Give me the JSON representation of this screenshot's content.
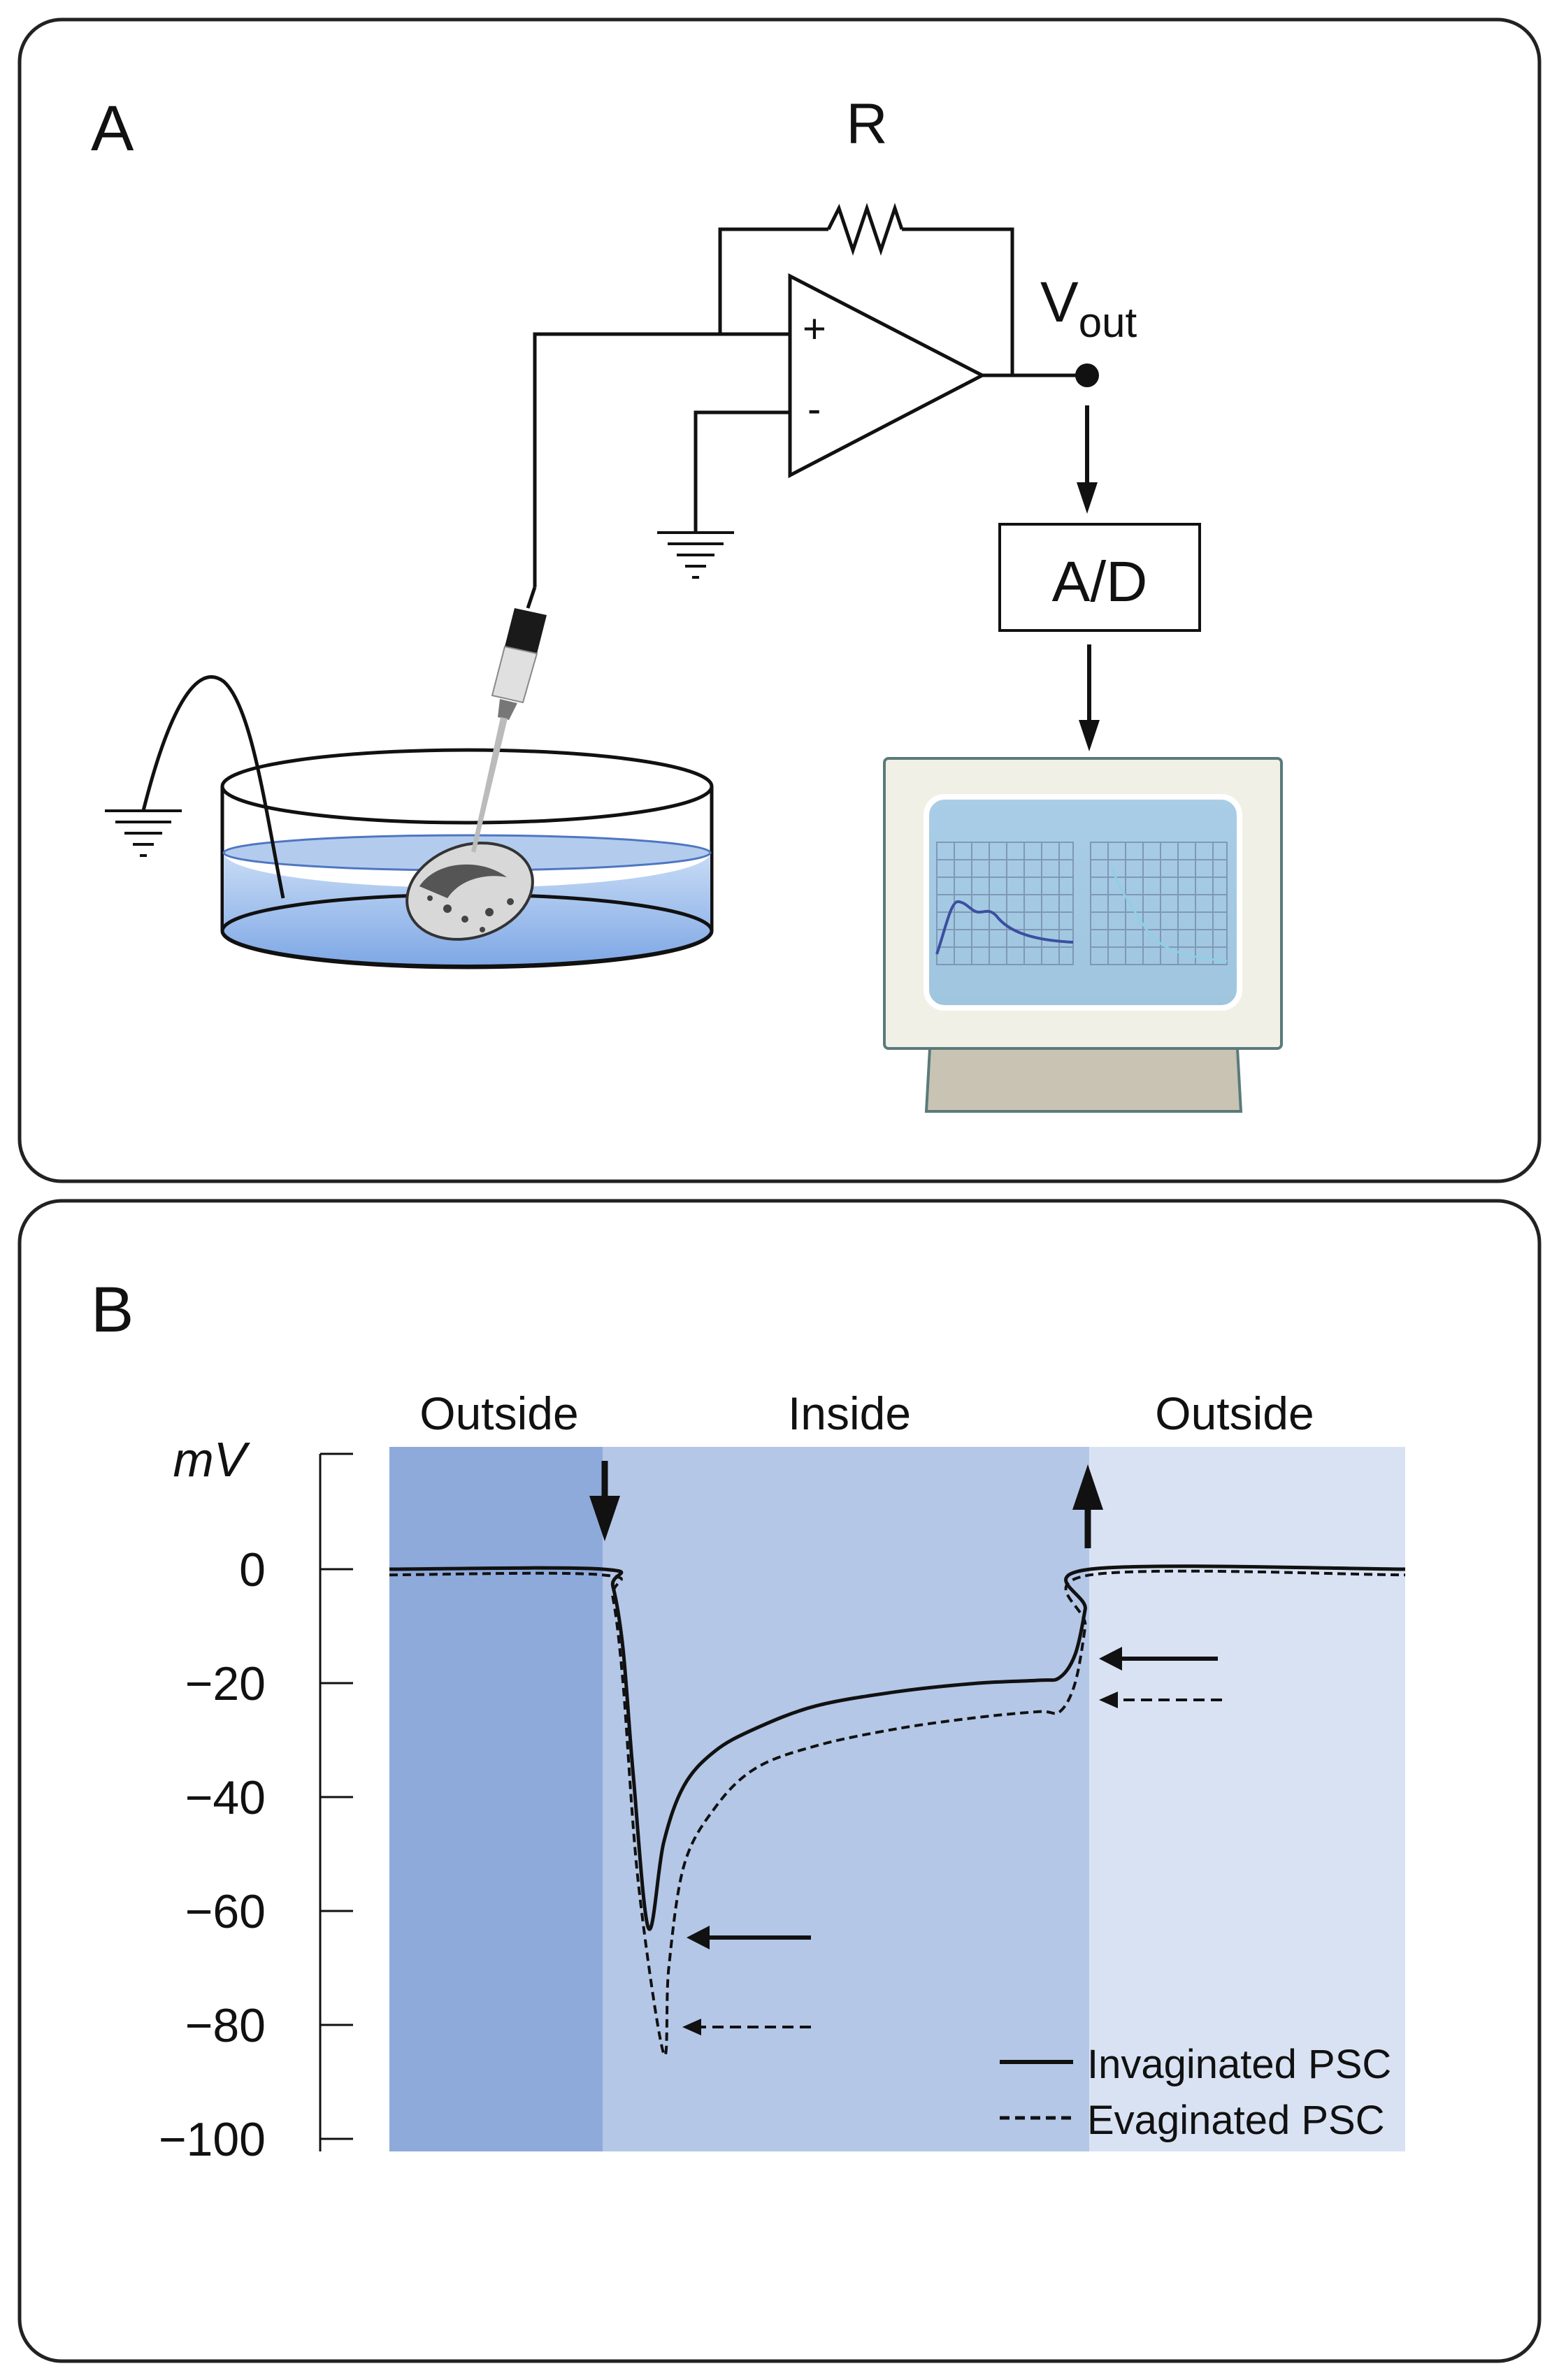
{
  "panelA": {
    "label": "A",
    "resistor_label": "R",
    "vout_main": "V",
    "vout_sub": "out",
    "plus_sign": "+",
    "minus_sign": "-",
    "adc_label": "A/D"
  },
  "panelB": {
    "label": "B",
    "region_labels": [
      "Outside",
      "Inside",
      "Outside"
    ],
    "colors": {
      "outside_left": "#8eaadb",
      "inside": "#b4c7e7",
      "outside_right": "#d9e2f3"
    }
  },
  "chart_data": {
    "type": "line",
    "title": "",
    "xlabel": "",
    "ylabel": "mV",
    "ylim": [
      -100,
      20
    ],
    "yticks": [
      {
        "value": 0,
        "label": "0"
      },
      {
        "value": -20,
        "label": "−20"
      },
      {
        "value": -40,
        "label": "−40"
      },
      {
        "value": -60,
        "label": "−60"
      },
      {
        "value": -80,
        "label": "−80"
      },
      {
        "value": -100,
        "label": "−100"
      }
    ],
    "xlim": [
      0,
      100
    ],
    "regions": [
      {
        "label": "Outside",
        "x": [
          0,
          21
        ]
      },
      {
        "label": "Inside",
        "x": [
          21,
          69
        ]
      },
      {
        "label": "Outside",
        "x": [
          69,
          100
        ]
      }
    ],
    "series": [
      {
        "name": "Invaginated PSC",
        "style": "solid",
        "peak": -63,
        "plateau": -19,
        "points": [
          [
            0,
            0
          ],
          [
            21,
            0
          ],
          [
            22,
            -3
          ],
          [
            23,
            -14
          ],
          [
            24,
            -36
          ],
          [
            25.5,
            -63
          ],
          [
            27,
            -48
          ],
          [
            29,
            -38
          ],
          [
            32,
            -32
          ],
          [
            36,
            -28
          ],
          [
            42,
            -24
          ],
          [
            50,
            -21.5
          ],
          [
            58,
            -20
          ],
          [
            64,
            -19.5
          ],
          [
            66,
            -19
          ],
          [
            67.5,
            -15
          ],
          [
            68.5,
            -7
          ],
          [
            69,
            0
          ],
          [
            100,
            0
          ]
        ]
      },
      {
        "name": "Evaginated PSC",
        "style": "dashed",
        "peak": -85,
        "plateau": -25,
        "points": [
          [
            0,
            -1
          ],
          [
            21,
            -1
          ],
          [
            22,
            -5
          ],
          [
            23,
            -20
          ],
          [
            24.5,
            -55
          ],
          [
            27,
            -85
          ],
          [
            27.5,
            -70
          ],
          [
            29,
            -52
          ],
          [
            32,
            -42
          ],
          [
            36,
            -35
          ],
          [
            42,
            -31
          ],
          [
            50,
            -28
          ],
          [
            58,
            -26
          ],
          [
            64,
            -25
          ],
          [
            66,
            -25
          ],
          [
            67.5,
            -20
          ],
          [
            68.5,
            -10
          ],
          [
            69,
            -1
          ],
          [
            100,
            -1
          ]
        ]
      }
    ],
    "arrows": [
      {
        "direction": "down",
        "x": 21,
        "meaning": "enter"
      },
      {
        "direction": "up",
        "x": 69,
        "meaning": "exit"
      }
    ],
    "legend_position": "bottom-right"
  }
}
